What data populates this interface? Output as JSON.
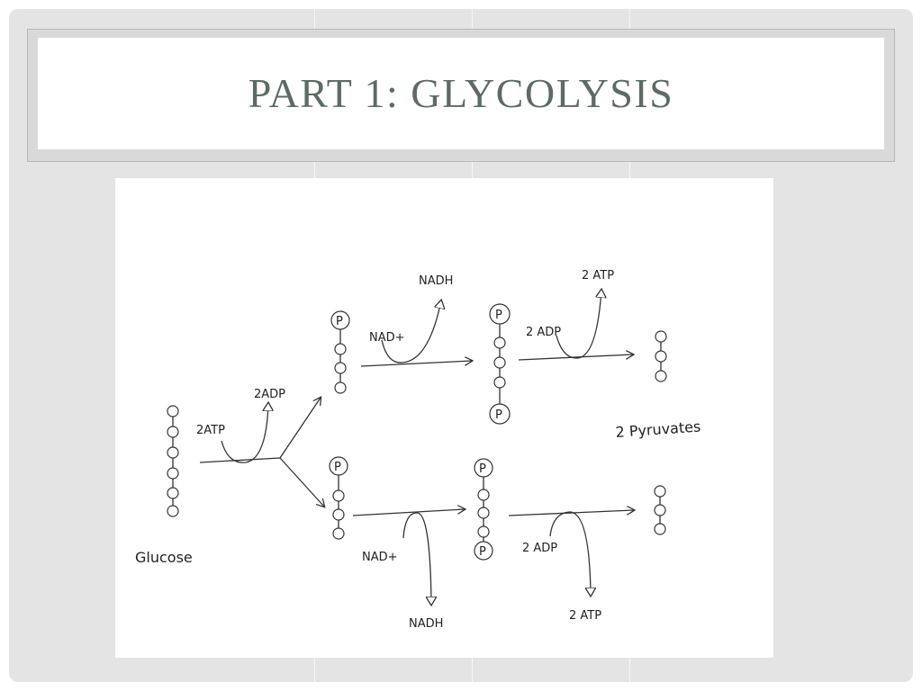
{
  "title": "PART 1: GLYCOLYSIS",
  "diagram": {
    "glucose": "Glucose",
    "two_atp_in": "2ATP",
    "two_adp_out": "2ADP",
    "phosphate": "P",
    "top": {
      "nad_plus": "NAD+",
      "nadh": "NADH",
      "two_adp": "2 ADP",
      "two_atp": "2 ATP"
    },
    "bottom": {
      "nad_plus": "NAD+",
      "nadh": "NADH",
      "two_adp": "2 ADP",
      "two_atp": "2 ATP"
    },
    "pyruvates": "2 Pyruvates"
  },
  "colors": {
    "title": "#5c6b63",
    "frame": "#e4e4e4",
    "ink": "#333333"
  }
}
